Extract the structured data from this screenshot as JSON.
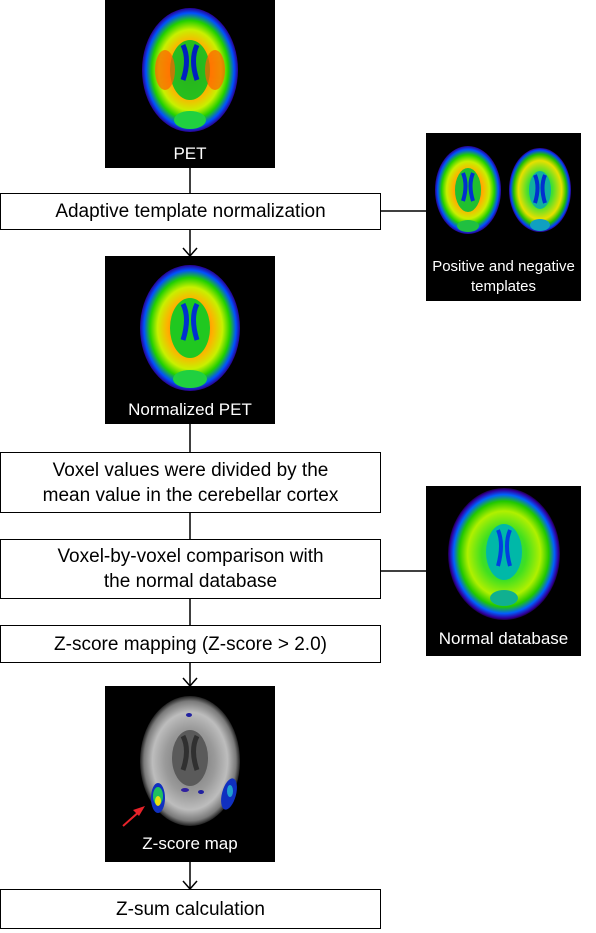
{
  "images": {
    "pet": {
      "label": "PET"
    },
    "templates": {
      "label_line1": "Positive and negative",
      "label_line2": "templates"
    },
    "normalized": {
      "label": "Normalized PET"
    },
    "normal_db": {
      "label": "Normal database"
    },
    "zscore": {
      "label": "Z-score map"
    }
  },
  "steps": {
    "adaptive": {
      "text": "Adaptive template normalization"
    },
    "divide": {
      "line1": "Voxel values were divided by the",
      "line2": "mean value in the cerebellar cortex"
    },
    "compare": {
      "line1": "Voxel-by-voxel comparison with",
      "line2": "the normal database"
    },
    "zmap": {
      "text": "Z-score mapping (Z-score > 2.0)"
    },
    "zsum": {
      "text": "Z-sum calculation"
    }
  },
  "colors": {
    "arrow": "#000000",
    "highlight_arrow": "#e8232a",
    "panel_bg": "#000000"
  }
}
